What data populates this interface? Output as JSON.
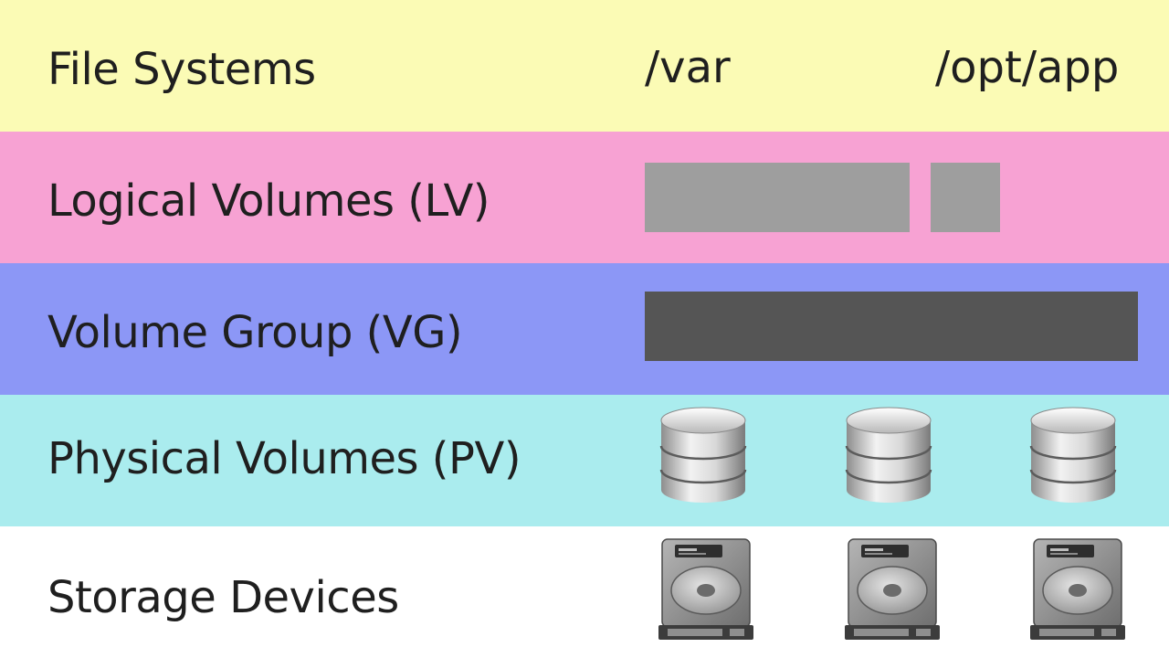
{
  "rows": {
    "fs": {
      "label": "File Systems",
      "color": "#fbfbb5"
    },
    "lv": {
      "label": "Logical Volumes (LV)",
      "color": "#f7a2d3"
    },
    "vg": {
      "label": "Volume Group (VG)",
      "color": "#8c97f6"
    },
    "pv": {
      "label": "Physical Volumes (PV)",
      "color": "#aaecee"
    },
    "sd": {
      "label": "Storage Devices",
      "color": "#ffffff"
    }
  },
  "filesystems": [
    {
      "path": "/var"
    },
    {
      "path": "/opt/app"
    }
  ],
  "colors": {
    "text": "#1f1f1f",
    "lv_block": "#9e9e9e",
    "vg_block": "#555555"
  },
  "icons": {
    "pv": "database-icon",
    "sd": "hard-drive-icon"
  }
}
